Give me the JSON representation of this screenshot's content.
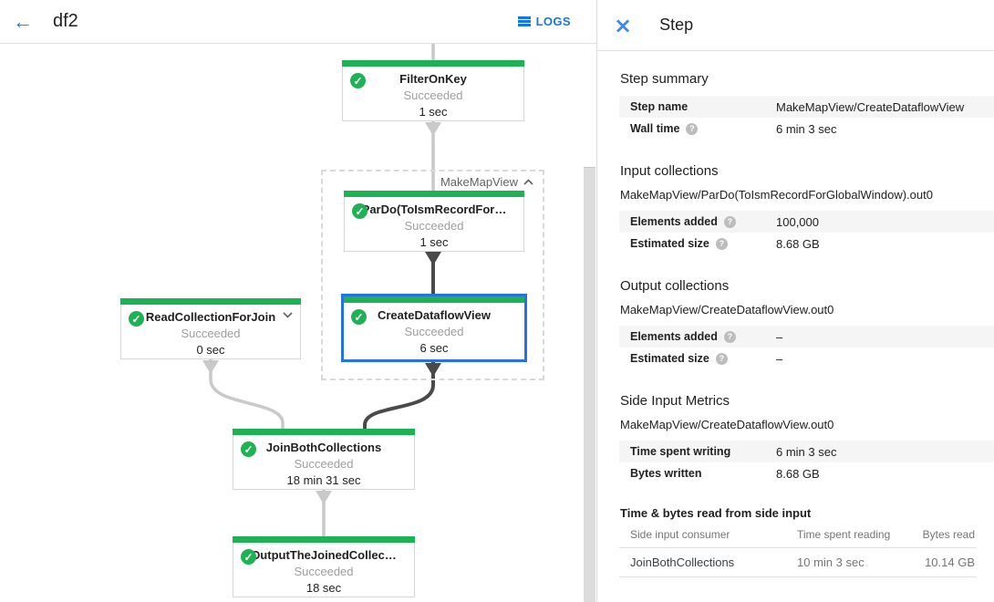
{
  "topbar": {
    "title": "df2",
    "logs_label": "LOGS"
  },
  "graph": {
    "group_label": "MakeMapView",
    "nodes": [
      {
        "title": "FilterOnKey",
        "status": "Succeeded",
        "time": "1 sec"
      },
      {
        "title": "ParDo(ToIsmRecordFor…",
        "status": "Succeeded",
        "time": "1 sec"
      },
      {
        "title": "CreateDataflowView",
        "status": "Succeeded",
        "time": "6 sec"
      },
      {
        "title": "ReadCollectionForJoin",
        "status": "Succeeded",
        "time": "0 sec"
      },
      {
        "title": "JoinBothCollections",
        "status": "Succeeded",
        "time": "18 min 31 sec"
      },
      {
        "title": "OutputTheJoinedCollec…",
        "status": "Succeeded",
        "time": "18 sec"
      }
    ]
  },
  "panel": {
    "title": "Step",
    "step_summary": {
      "title": "Step summary",
      "rows": [
        {
          "label": "Step name",
          "value": "MakeMapView/CreateDataflowView"
        },
        {
          "label": "Wall time",
          "value": "6 min 3 sec"
        }
      ]
    },
    "input_collections": {
      "title": "Input collections",
      "subtitle": "MakeMapView/ParDo(ToIsmRecordForGlobalWindow).out0",
      "rows": [
        {
          "label": "Elements added",
          "value": "100,000"
        },
        {
          "label": "Estimated size",
          "value": "8.68 GB"
        }
      ]
    },
    "output_collections": {
      "title": "Output collections",
      "subtitle": "MakeMapView/CreateDataflowView.out0",
      "rows": [
        {
          "label": "Elements added",
          "value": "–"
        },
        {
          "label": "Estimated size",
          "value": "–"
        }
      ]
    },
    "side_input_metrics": {
      "title": "Side Input Metrics",
      "subtitle": "MakeMapView/CreateDataflowView.out0",
      "rows": [
        {
          "label": "Time spent writing",
          "value": "6 min 3 sec"
        },
        {
          "label": "Bytes written",
          "value": "8.68 GB"
        }
      ]
    },
    "side_input_table": {
      "title": "Time & bytes read from side input",
      "headers": [
        "Side input consumer",
        "Time spent reading",
        "Bytes read"
      ],
      "rows": [
        {
          "consumer": "JoinBothCollections",
          "time": "10 min 3 sec",
          "bytes": "10.14 GB"
        }
      ]
    }
  },
  "colors": {
    "accent_blue": "#1a73e8",
    "selected_node_border": "#2572e6",
    "status_green": "#1fb254",
    "edge_light": "#c9c9c9",
    "edge_dark": "#4a4a4a"
  },
  "icons": {
    "back": "back-arrow-icon",
    "logs": "logs-list-icon",
    "close": "close-icon",
    "check": "check-circle-icon",
    "help": "help-circle-icon",
    "collapse": "chevron-up-icon",
    "expand": "chevron-down-icon"
  }
}
